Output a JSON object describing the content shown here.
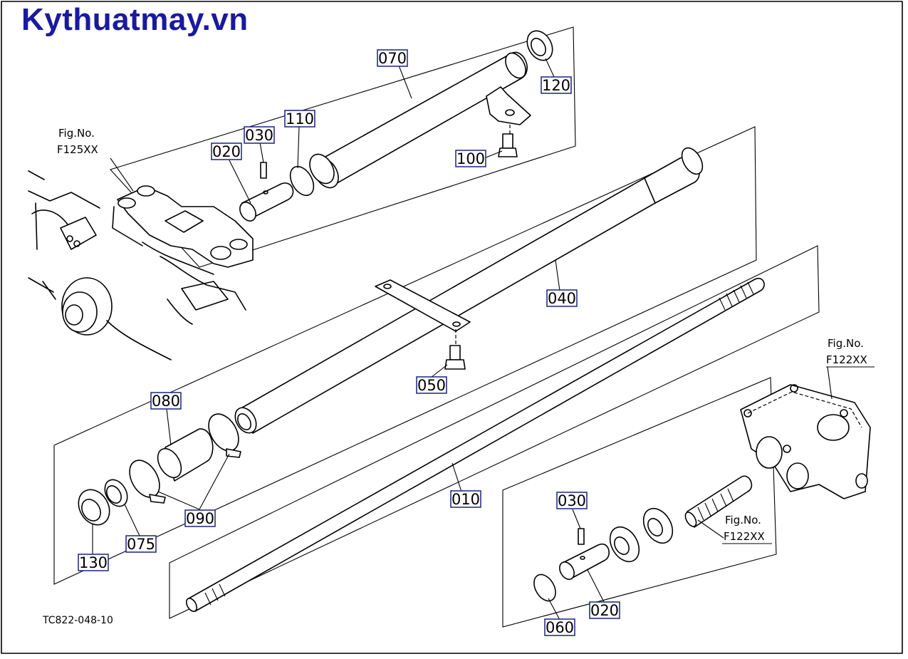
{
  "watermark": {
    "text": "Kythuatmay.vn",
    "color": "#1a1a9e"
  },
  "drawing_code": "TC822-048-10",
  "colors": {
    "line": "#000000",
    "label_box": "#1a237e",
    "frame": "#000000"
  },
  "fig_refs": [
    {
      "id": "fig-f125xx",
      "line1": "Fig.No.",
      "line2": "F125XX"
    },
    {
      "id": "fig-f122xx-top",
      "line1": "Fig.No.",
      "line2": "F122XX"
    },
    {
      "id": "fig-f122xx-shaft",
      "line1": "Fig.No.",
      "line2": "F122XX"
    }
  ],
  "parts": [
    {
      "id": "p070",
      "label": "070"
    },
    {
      "id": "p120",
      "label": "120"
    },
    {
      "id": "p110",
      "label": "110"
    },
    {
      "id": "p030a",
      "label": "030"
    },
    {
      "id": "p020a",
      "label": "020"
    },
    {
      "id": "p100",
      "label": "100"
    },
    {
      "id": "p040",
      "label": "040"
    },
    {
      "id": "p050",
      "label": "050"
    },
    {
      "id": "p080",
      "label": "080"
    },
    {
      "id": "p090",
      "label": "090"
    },
    {
      "id": "p075",
      "label": "075"
    },
    {
      "id": "p130",
      "label": "130"
    },
    {
      "id": "p010",
      "label": "010"
    },
    {
      "id": "p030b",
      "label": "030"
    },
    {
      "id": "p020b",
      "label": "020"
    },
    {
      "id": "p060",
      "label": "060"
    }
  ]
}
